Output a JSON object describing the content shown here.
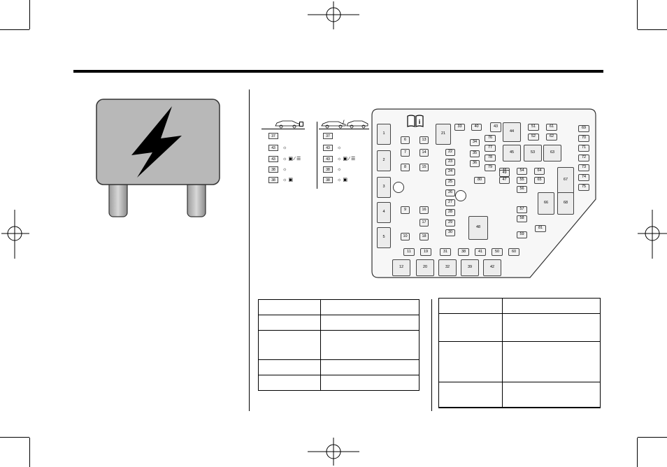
{
  "legend": {
    "left": [
      {
        "num": "37",
        "sym": ""
      },
      {
        "num": "43",
        "sym": "☼"
      },
      {
        "num": "43",
        "sym": "☼ ▣ ∕ ☰"
      },
      {
        "num": "38",
        "sym": "☼"
      },
      {
        "num": "38",
        "sym": "☼ ▣"
      }
    ],
    "right": [
      {
        "num": "37",
        "sym": ""
      },
      {
        "num": "43",
        "sym": "☼"
      },
      {
        "num": "43",
        "sym": "☼ ▣ ∕ ☰"
      },
      {
        "num": "38",
        "sym": "☼"
      },
      {
        "num": "38",
        "sym": "☼ ▣"
      }
    ]
  },
  "fuses": [
    "1",
    "2",
    "3",
    "4",
    "5",
    "6",
    "7",
    "8",
    "9",
    "10",
    "11",
    "12",
    "13",
    "14",
    "15",
    "16",
    "17",
    "18",
    "19",
    "20",
    "21",
    "22",
    "23",
    "24",
    "25",
    "26",
    "27",
    "28",
    "29",
    "30",
    "31",
    "32",
    "33",
    "34",
    "35",
    "36",
    "37",
    "38",
    "39",
    "40",
    "41",
    "42",
    "43",
    "44",
    "45",
    "46",
    "47",
    "48",
    "49",
    "50",
    "51",
    "52",
    "53",
    "54",
    "55",
    "56",
    "57",
    "58",
    "59",
    "60",
    "61",
    "62",
    "63",
    "64",
    "65",
    "66",
    "67",
    "68",
    "69",
    "70",
    "71",
    "72",
    "73",
    "74",
    "75",
    "76",
    "77",
    "78",
    "79",
    "80",
    "81"
  ]
}
